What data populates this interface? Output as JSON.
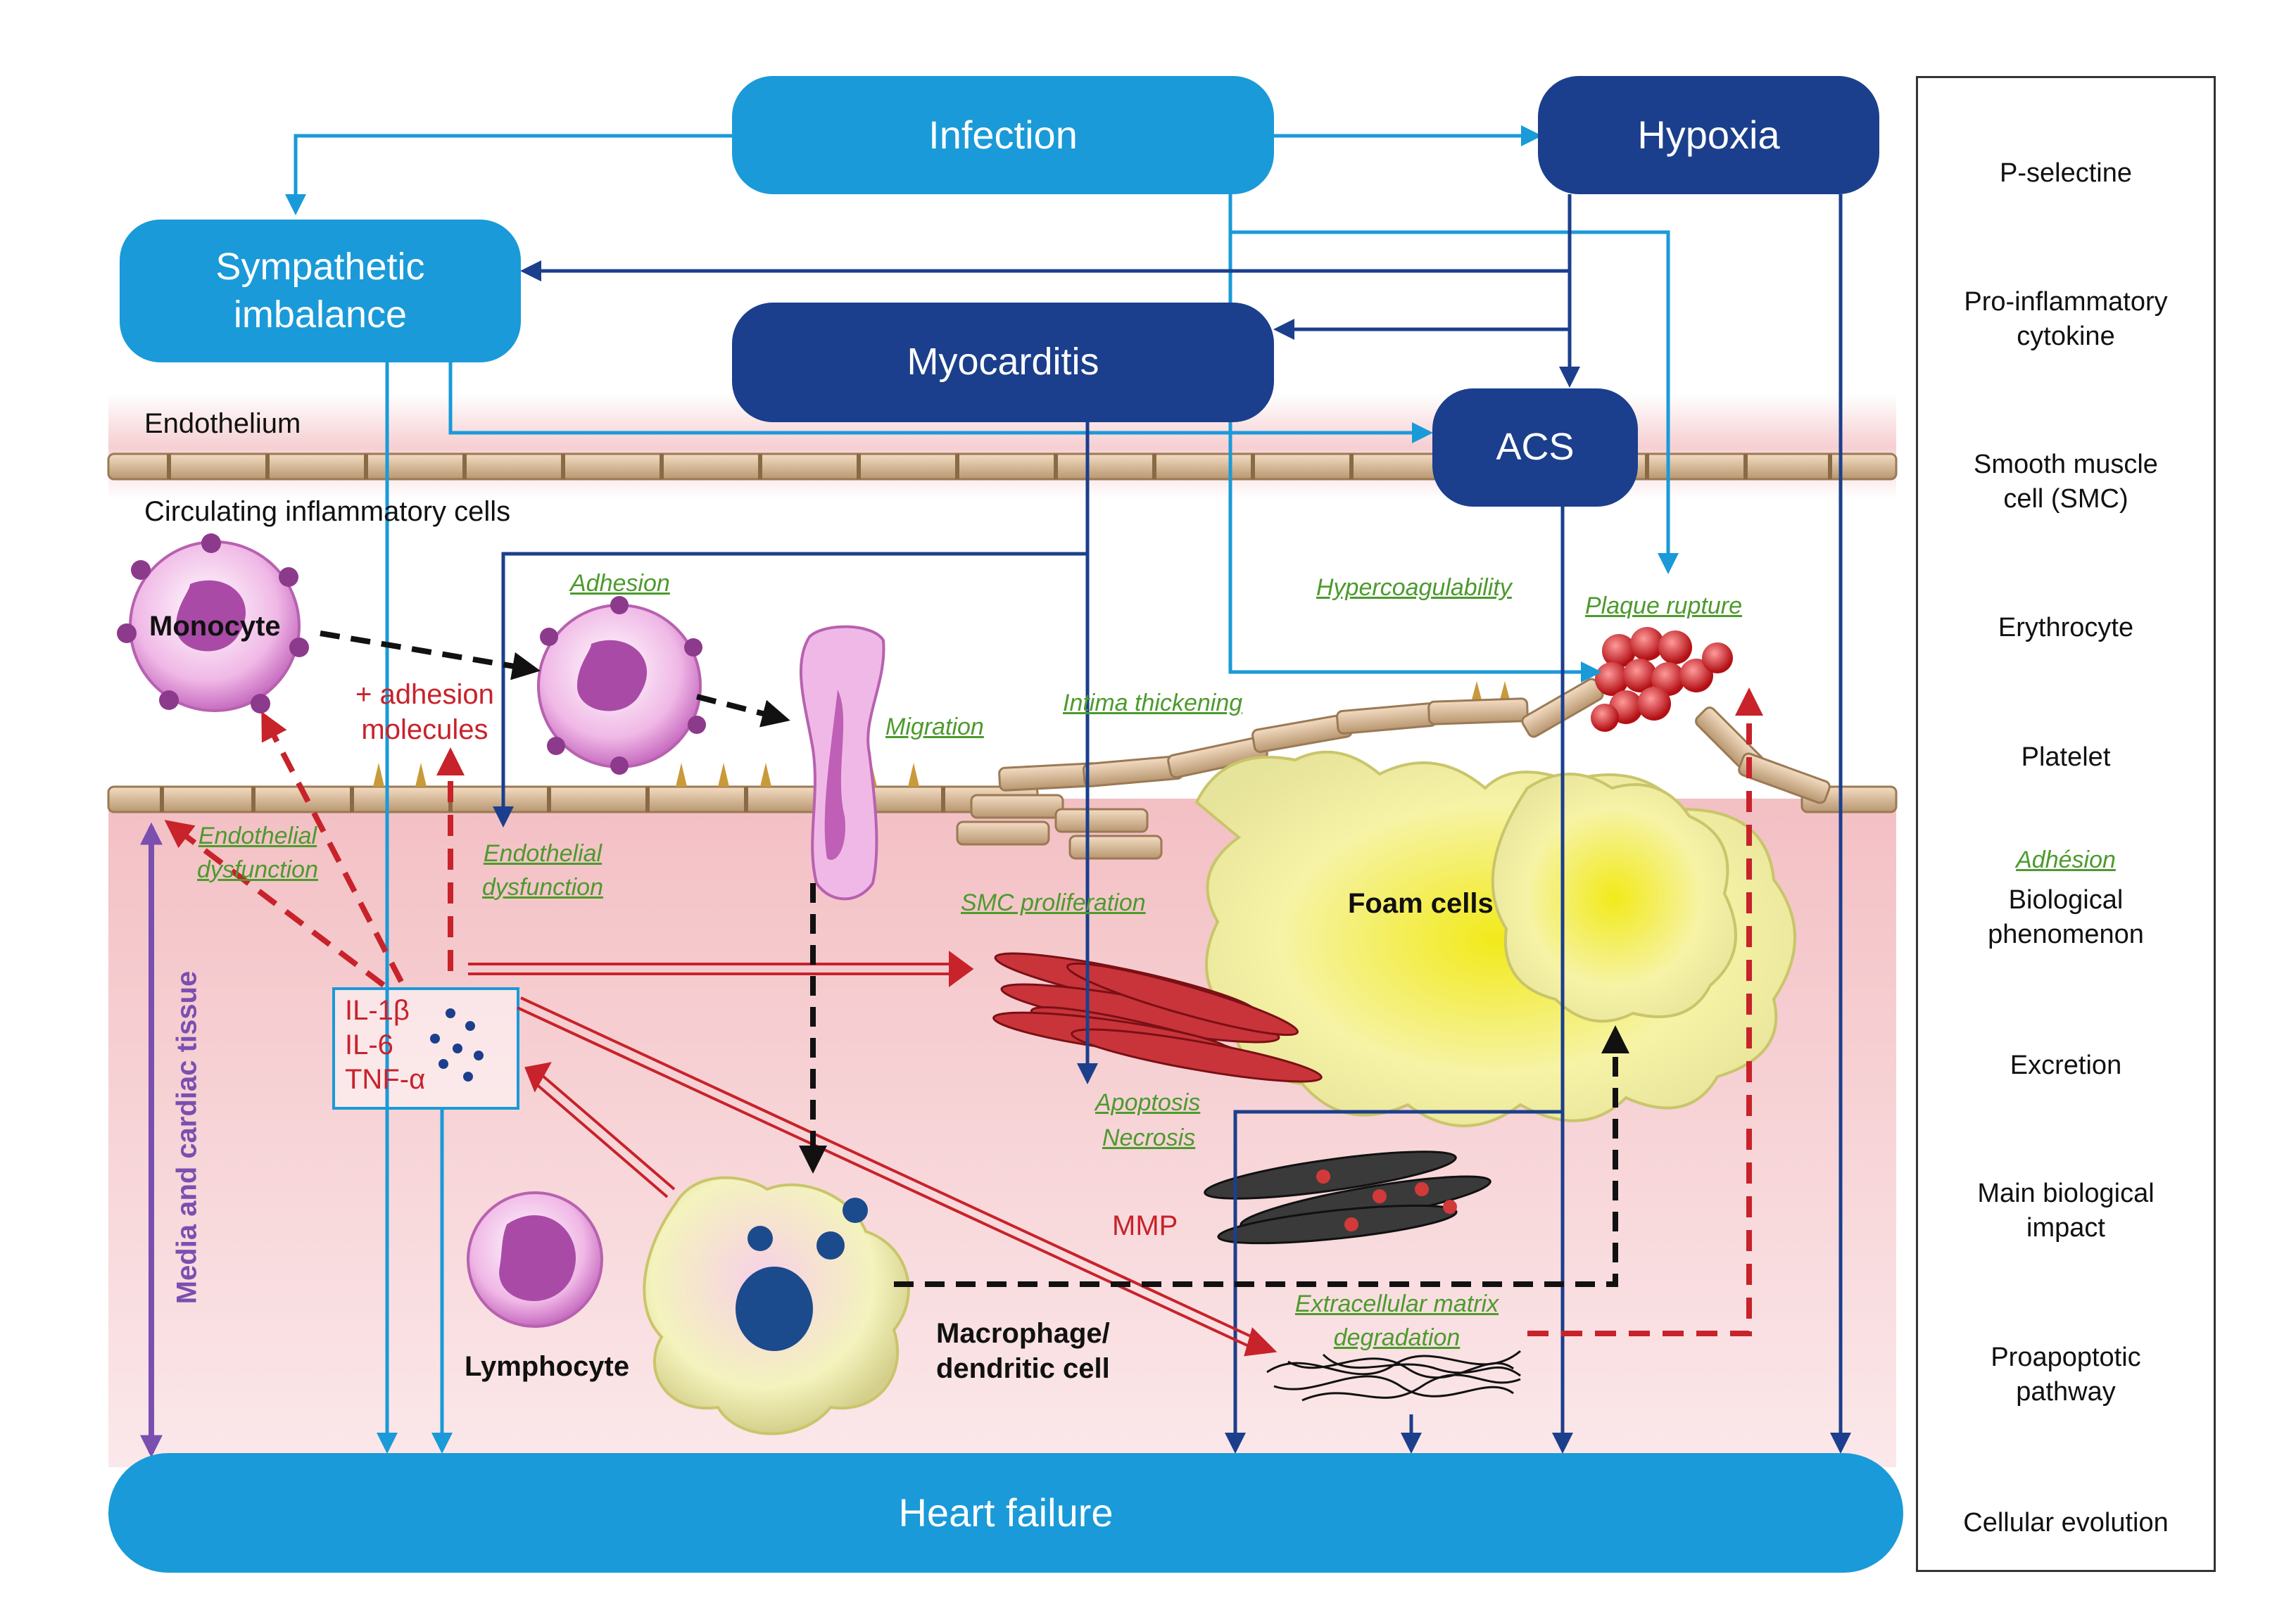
{
  "nodes": {
    "infection": "Infection",
    "hypoxia": "Hypoxia",
    "sympathetic": "Sympathetic\nimbalance",
    "myocarditis": "Myocarditis",
    "acs": "ACS",
    "heart_failure": "Heart failure"
  },
  "labels": {
    "endothelium": "Endothelium",
    "circulating": "Circulating inflammatory cells",
    "monocyte": "Monocyte",
    "adhesion_molecules": "+ adhesion\nmolecules",
    "lymphocyte": "Lymphocyte",
    "macrophage": "Macrophage/\ndendritic cell",
    "foam_cells": "Foam cells",
    "mmp": "MMP",
    "cytokines": "IL-1β\nIL-6\nTNF-α",
    "media": "Media and cardiac tissue"
  },
  "phenomena": {
    "adhesion": "Adhesion",
    "migration": "Migration",
    "intima_thickening": "Intima thickening",
    "hypercoagulability": "Hypercoagulability",
    "plaque_rupture": "Plaque rupture",
    "endothelial_dysfunction_left": "Endothelial\ndysfunction",
    "endothelial_dysfunction_mid": "Endothelial\ndysfunction",
    "smc_proliferation": "SMC proliferation",
    "apoptosis": "Apoptosis",
    "necrosis": "Necrosis",
    "ecm_degradation": "Extracellular matrix\ndegradation"
  },
  "legend": {
    "p_selectine": "P-selectine",
    "cytokine": "Pro-inflammatory\ncytokine",
    "smc": "Smooth muscle\ncell (SMC)",
    "erythrocyte": "Erythrocyte",
    "platelet": "Platelet",
    "adhesion_example": "Adhésion",
    "biological_phenomenon": "Biological\nphenomenon",
    "excretion": "Excretion",
    "main_impact": "Main biological\nimpact",
    "proapoptotic": "Proapoptotic\npathway",
    "cellular_evolution": "Cellular evolution"
  },
  "colors": {
    "light_blue": "#1a9ad8",
    "dark_blue": "#1b3f8c",
    "red": "#c8222a",
    "green": "#4d9a2e",
    "purple": "#7a4fb0"
  }
}
